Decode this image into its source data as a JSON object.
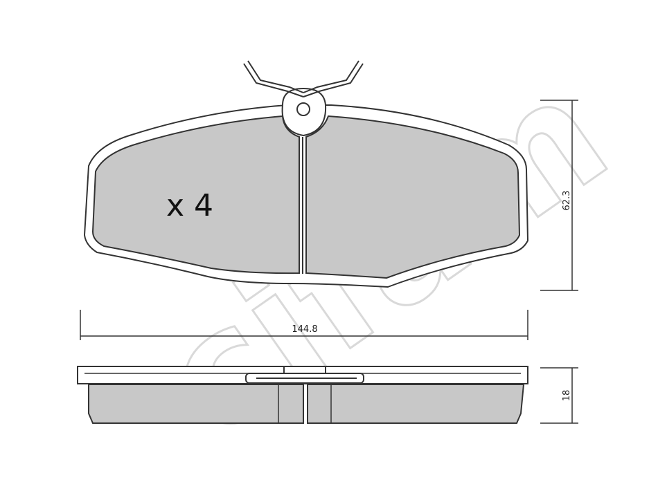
{
  "diagram": {
    "quantity_label": "x 4",
    "dimensions": {
      "width": "144.8",
      "height": "62.3",
      "thickness": "18"
    },
    "watermark": "cifam",
    "colors": {
      "line": "#333333",
      "pad_fill": "#c8c8c8",
      "plate_fill": "#ffffff",
      "watermark": "#d9d9d9"
    }
  }
}
